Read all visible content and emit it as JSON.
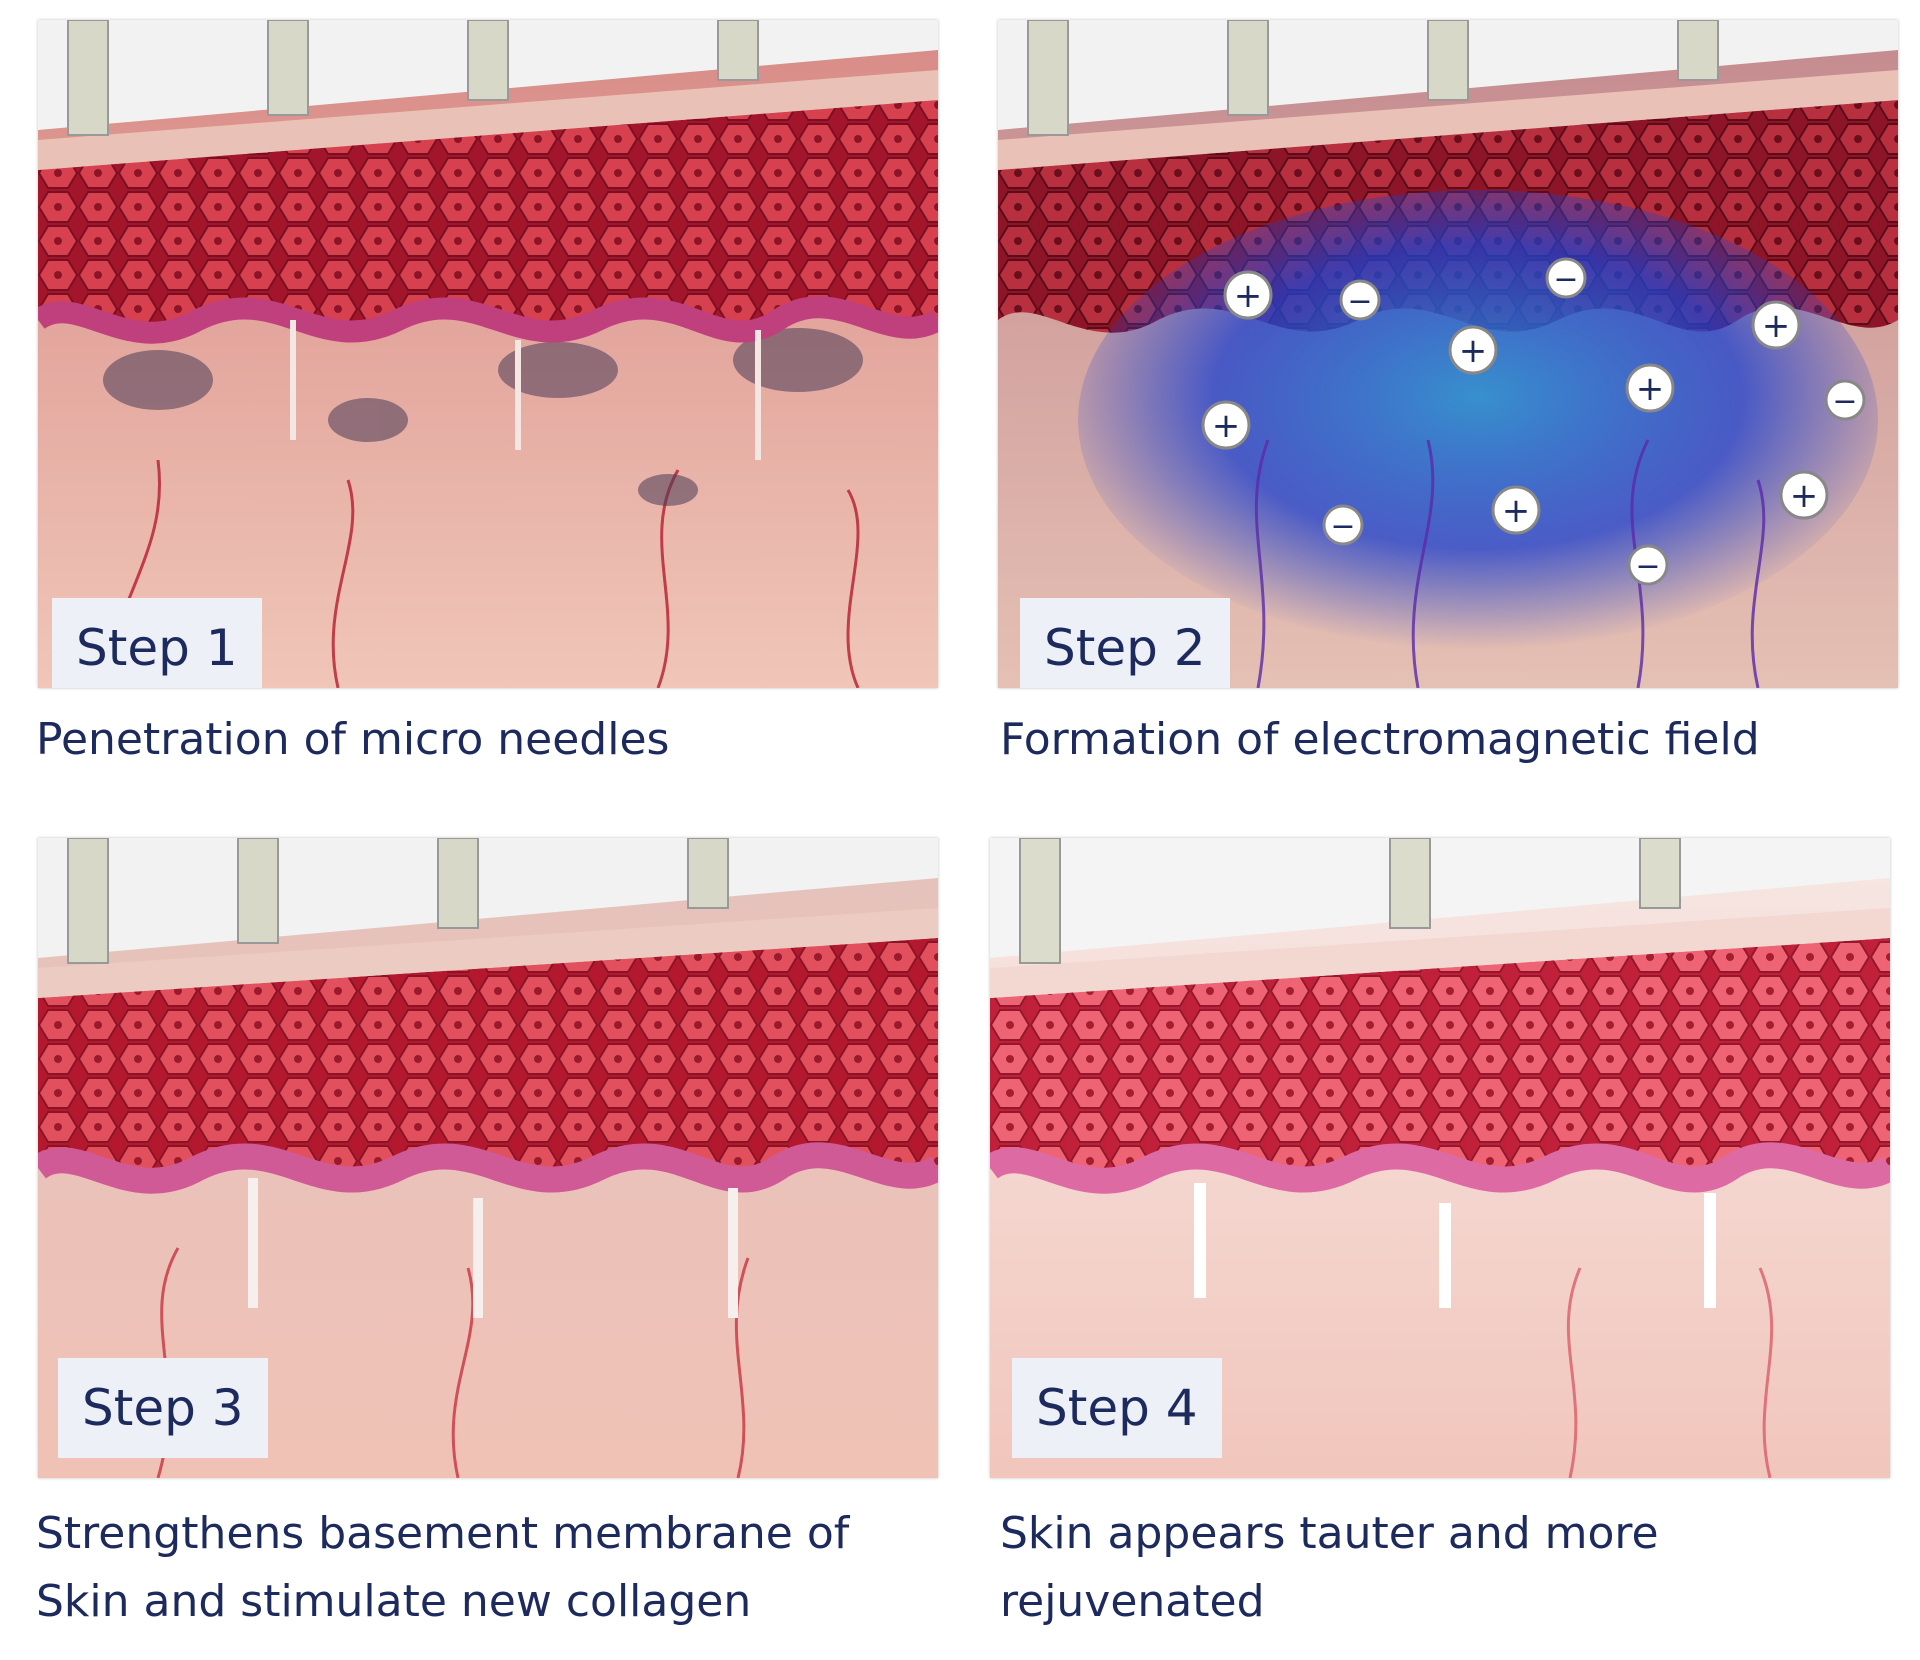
{
  "panels": [
    {
      "step_label": "Step 1",
      "caption": [
        "Penetration of micro needles"
      ],
      "colors": {
        "field": ""
      }
    },
    {
      "step_label": "Step 2",
      "caption": [
        "Formation of electromagnetic field"
      ],
      "colors": {
        "field": "#1a3fd0"
      }
    },
    {
      "step_label": "Step 3",
      "caption": [
        "Strengthens basement membrane of",
        "Skin and stimulate new collagen"
      ],
      "colors": {
        "field": ""
      }
    },
    {
      "step_label": "Step 4",
      "caption": [
        "Skin appears tauter and more",
        "rejuvenated"
      ],
      "colors": {
        "field": ""
      }
    }
  ],
  "icons": {
    "needle_roller": "needle-roller-icon",
    "positive_charge": "plus-icon",
    "negative_charge": "minus-icon"
  },
  "colors": {
    "label_text": "#1d2a5e",
    "label_bg": "#eef0f7",
    "cells": "#c8253a",
    "membrane": "#c0407e",
    "dermis": "#e9b3a8"
  }
}
